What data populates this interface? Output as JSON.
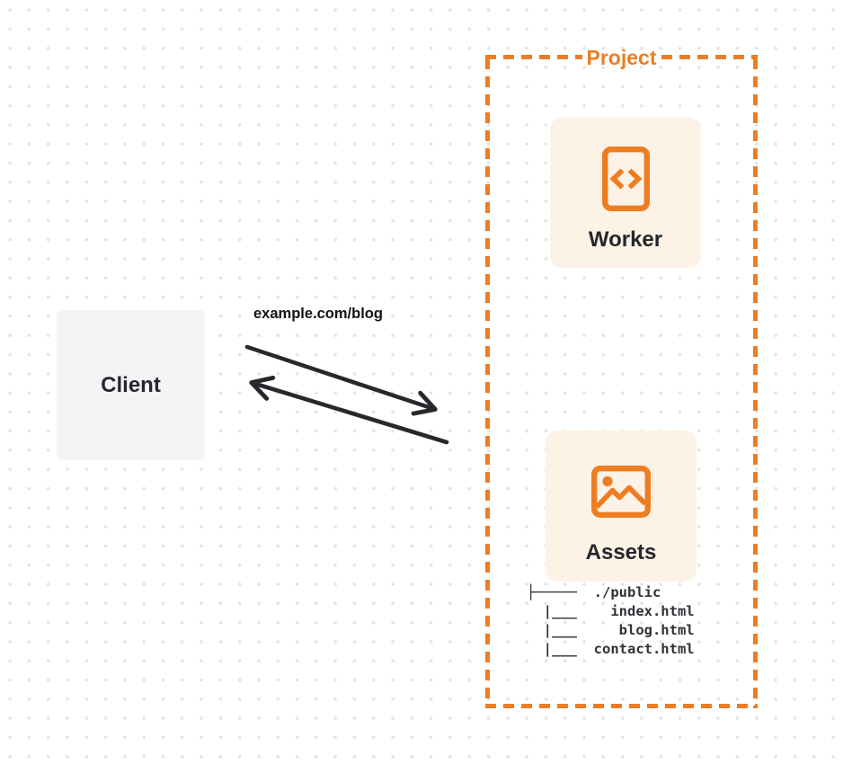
{
  "client": {
    "label": "Client"
  },
  "request": {
    "label": "example.com/blog"
  },
  "project": {
    "label": "Project"
  },
  "worker": {
    "label": "Worker",
    "icon": "code-file-icon"
  },
  "assets": {
    "label": "Assets",
    "icon": "image-icon",
    "file_tree": [
      "├─────  ./public",
      "  |___    index.html",
      "  |___     blog.html",
      "  |___  contact.html"
    ]
  },
  "colors": {
    "accent_orange": "#EE7D22",
    "card_bg": "#FCF2E6",
    "client_bg": "#F4F4F6",
    "arrow": "#26282C",
    "text_dark": "#24272C",
    "tree_text": "#2F3237",
    "dot": "#E3E3E6"
  }
}
